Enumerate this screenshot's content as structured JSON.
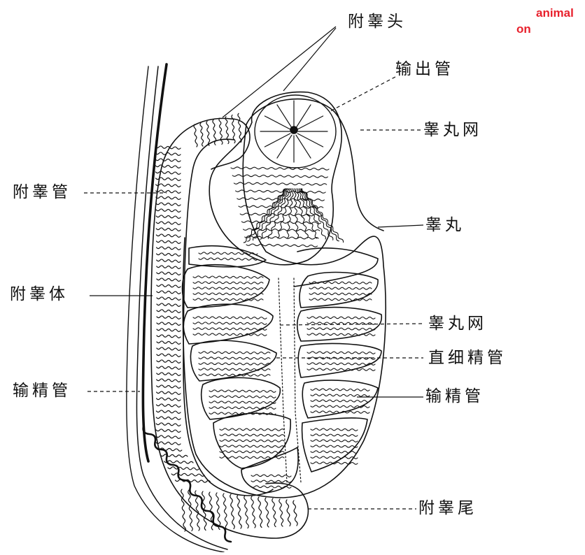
{
  "labels": {
    "epididymis_head": "附睾头",
    "efferent_ducts": "输出管",
    "rete_testis_top": "睾丸网",
    "epididymal_duct": "附睾管",
    "testis": "睾丸",
    "epididymis_body": "附睾体",
    "rete_testis_mid": "睾丸网",
    "straight_tubules": "直细精管",
    "vas_deferens_left": "输精管",
    "vas_deferens_right": "输精管",
    "epididymis_tail": "附睾尾"
  },
  "watermark": {
    "line1": "animal",
    "line2": "on",
    "color": "#e8212d"
  }
}
